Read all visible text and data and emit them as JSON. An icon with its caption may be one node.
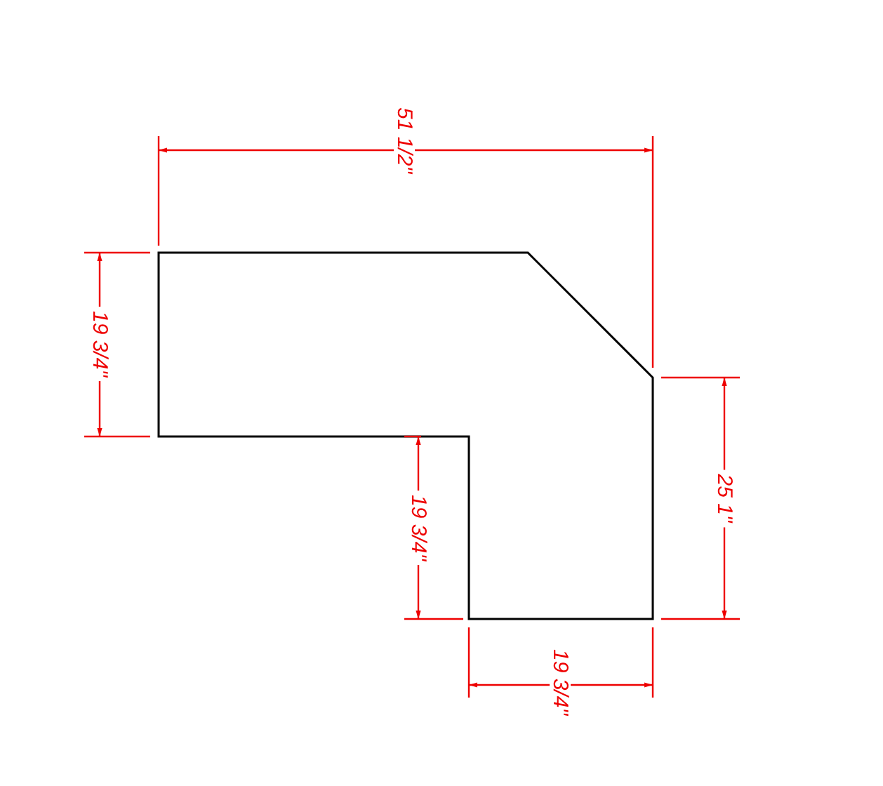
{
  "diagram": {
    "labels": [
      "51 1/2\"",
      "19 3/4\"",
      "19 3/4\"",
      "25 1\"",
      "19 3/4\""
    ]
  }
}
